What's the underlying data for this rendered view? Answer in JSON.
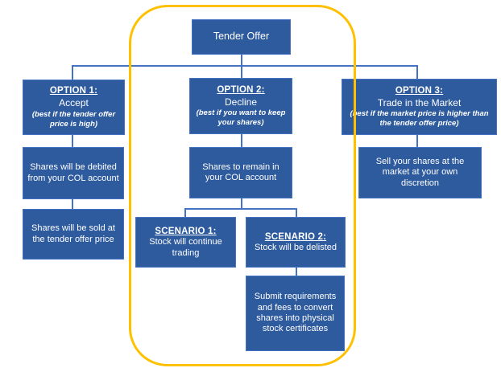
{
  "diagram": {
    "root": {
      "label": "Tender Offer"
    },
    "options": [
      {
        "header": "OPTION 1:",
        "title": "Accept",
        "note": "(best if the tender offer price is high)",
        "children": [
          "Shares will be debited from your COL account",
          "Shares will be sold at the tender offer price"
        ]
      },
      {
        "header": "OPTION 2:",
        "title": "Decline",
        "note": "(best if you want to keep your shares)",
        "children": [
          "Shares to remain in your COL account"
        ],
        "scenarios": [
          {
            "header": "SCENARIO 1:",
            "body": "Stock will continue trading"
          },
          {
            "header": "SCENARIO 2:",
            "body": "Stock will be delisted",
            "child": "Submit requirements and fees to convert shares into physical stock certificates"
          }
        ]
      },
      {
        "header": "OPTION 3:",
        "title": "Trade in the Market",
        "note": "(best if the market price is higher than the tender offer price)",
        "children": [
          "Sell your shares at the market at your own discretion"
        ]
      }
    ],
    "colors": {
      "box_fill": "#2E5A9E",
      "box_border": "#4472C4",
      "connector": "#4472C4",
      "highlight_frame": "#FFC000",
      "text": "#FFFFFF",
      "background": "#FFFFFF"
    }
  }
}
